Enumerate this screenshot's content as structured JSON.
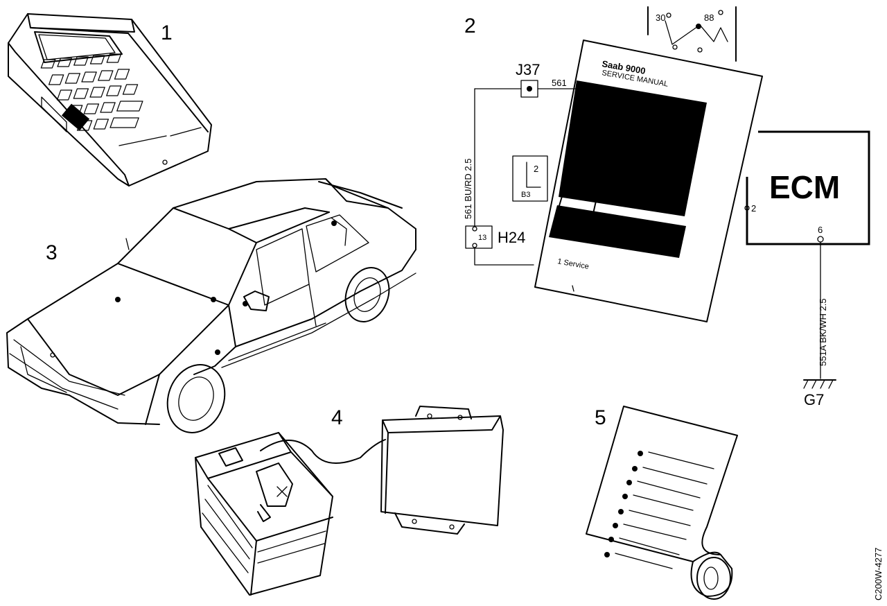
{
  "callouts": {
    "item1": "1",
    "item2": "2",
    "item3": "3",
    "item4": "4",
    "item5": "5"
  },
  "wiring": {
    "connector_j37": "J37",
    "wire_561": "561",
    "wire_left_label": "561 BU/RD 2.5",
    "connector_h24": "H24",
    "h24_pin": "13",
    "relay_pin": "2",
    "relay_pin_b": "B3",
    "top_relay_pin_a": "30",
    "top_relay_pin_b": "88",
    "ecm_label": "ECM",
    "ecm_pin_2": "2",
    "ecm_pin_6": "6",
    "wire_right_label": "551A BK/WH 2.5",
    "ground_label": "G7"
  },
  "manual": {
    "title": "Saab 9000",
    "subtitle": "SERVICE MANUAL",
    "footer": "1 Service"
  },
  "reference_code": "C200W-4277"
}
